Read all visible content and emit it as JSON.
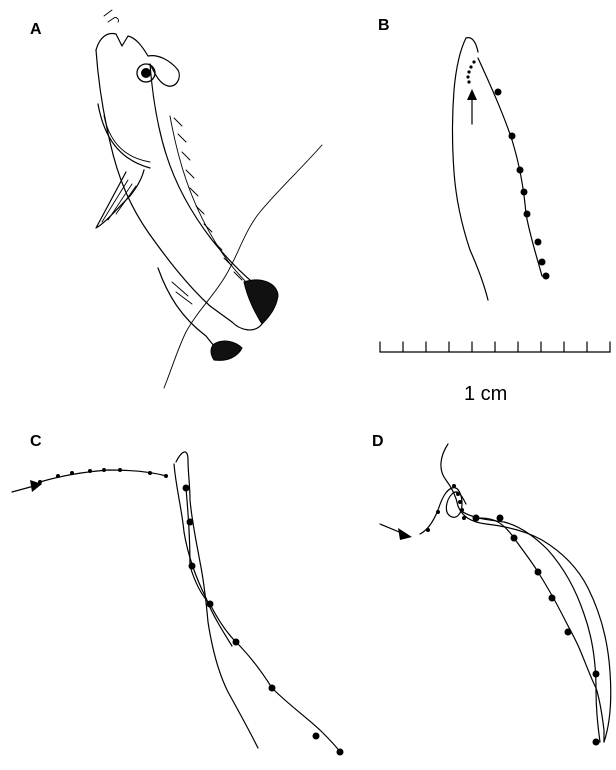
{
  "figure": {
    "panels": {
      "a": {
        "label": "A"
      },
      "b": {
        "label": "B"
      },
      "c": {
        "label": "C"
      },
      "d": {
        "label": "D"
      }
    },
    "scale_bar": {
      "label": "1 cm",
      "divisions": 10
    }
  }
}
